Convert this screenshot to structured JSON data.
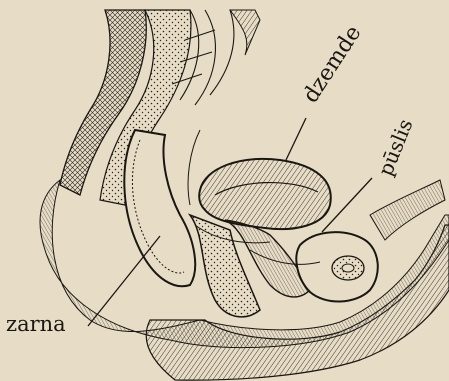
{
  "labels": {
    "uterus": "dzemde",
    "bladder": "pūslis",
    "intestine": "zarna"
  },
  "colors": {
    "paper": "#e7dcc6",
    "ink": "#1a1712"
  }
}
